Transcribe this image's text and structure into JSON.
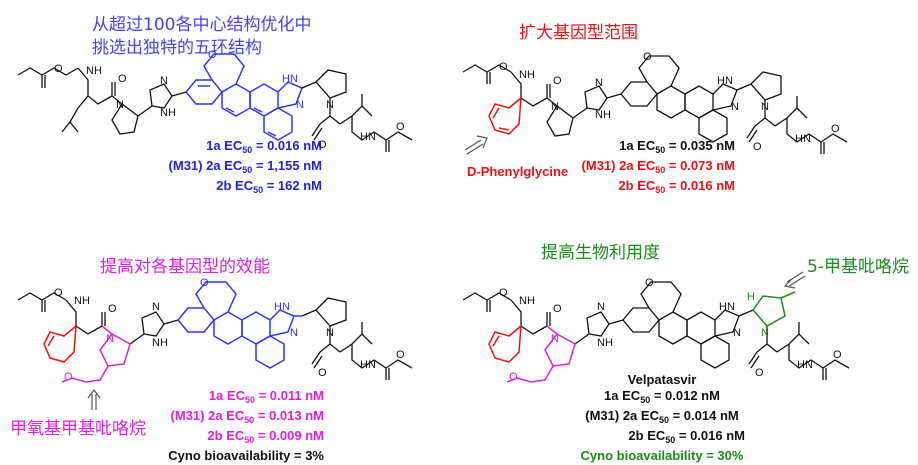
{
  "colors": {
    "blue": "#3333ff",
    "red": "#ee1111",
    "magenta": "#e020e0",
    "green": "#1a8c1a",
    "black": "#111111"
  },
  "panel1": {
    "title_line1": "从超过100各中心结构优化中",
    "title_line2": "挑选出独特的五环结构",
    "r1_prefix": "1a EC",
    "r1_sub": "50",
    "r1_value": " = 0.016 nM",
    "r2_prefix": "(M31) 2a EC",
    "r2_sub": "50",
    "r2_value": " = 1,155 nM",
    "r3_prefix": "2b EC",
    "r3_sub": "50",
    "r3_value": " = 162 nM"
  },
  "panel2": {
    "title": "扩大基因型范围",
    "label": "D-Phenylglycine",
    "r1_prefix": "1a EC",
    "r1_sub": "50",
    "r1_value": " = 0.035 nM",
    "r2_prefix": "(M31) 2a EC",
    "r2_sub": "50",
    "r2_value": " = 0.073 nM",
    "r3_prefix": "2b EC",
    "r3_sub": "50",
    "r3_value": " = 0.016 nM"
  },
  "panel3": {
    "title": "提高对各基因型的效能",
    "label": "甲氧基甲基吡咯烷",
    "r1_prefix": "1a EC",
    "r1_sub": "50",
    "r1_value": " = 0.011 nM",
    "r2_prefix": "(M31) 2a EC",
    "r2_sub": "50",
    "r2_value": " = 0.013 nM",
    "r3_prefix": "2b EC",
    "r3_sub": "50",
    "r3_value": " = 0.009 nM",
    "bio": "Cyno bioavailability = 3%"
  },
  "panel4": {
    "title": "提高生物利用度",
    "label": "5-甲基吡咯烷",
    "name": "Velpatasvir",
    "r1_prefix": "1a EC",
    "r1_sub": "50",
    "r1_value": " = 0.012 nM",
    "r2_prefix": "(M31) 2a EC",
    "r2_sub": "50",
    "r2_value": " = 0.014 nM",
    "r3_prefix": "2b EC",
    "r3_sub": "50",
    "r3_value": " = 0.016 nM",
    "bio": "Cyno bioavailability = 30%"
  },
  "atoms": {
    "O": "O",
    "NH": "NH",
    "HN": "HN",
    "N": "N",
    "H": "H"
  }
}
